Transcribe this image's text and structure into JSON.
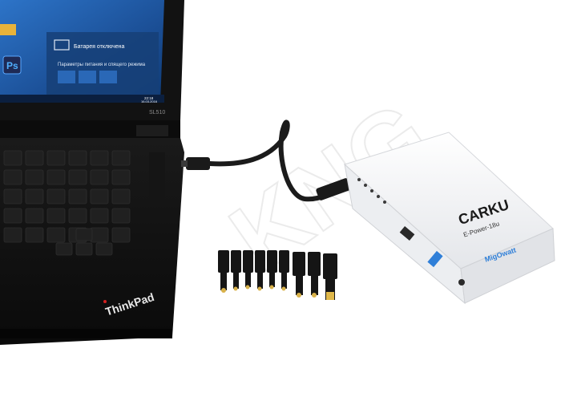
{
  "screen": {
    "battery_notification": "Батарея отключена",
    "power_settings_link": "Параметры питания и спящего режима",
    "clock_time": "22:18",
    "clock_date": "16.03.2016",
    "desktop_icon_letter": "Ps"
  },
  "laptop": {
    "brand": "ThinkPad",
    "model": "SL510"
  },
  "powerbank": {
    "brand": "CARKU",
    "capacity": "E-Power-18u",
    "subtitle": "MigOwatt"
  },
  "watermark": {
    "text": "KNG"
  },
  "colors": {
    "screen_blue": "#1c5ba8",
    "laptop_black": "#141414",
    "powerbank_white": "#f4f5f7",
    "accent_blue": "#2f7fd8"
  }
}
